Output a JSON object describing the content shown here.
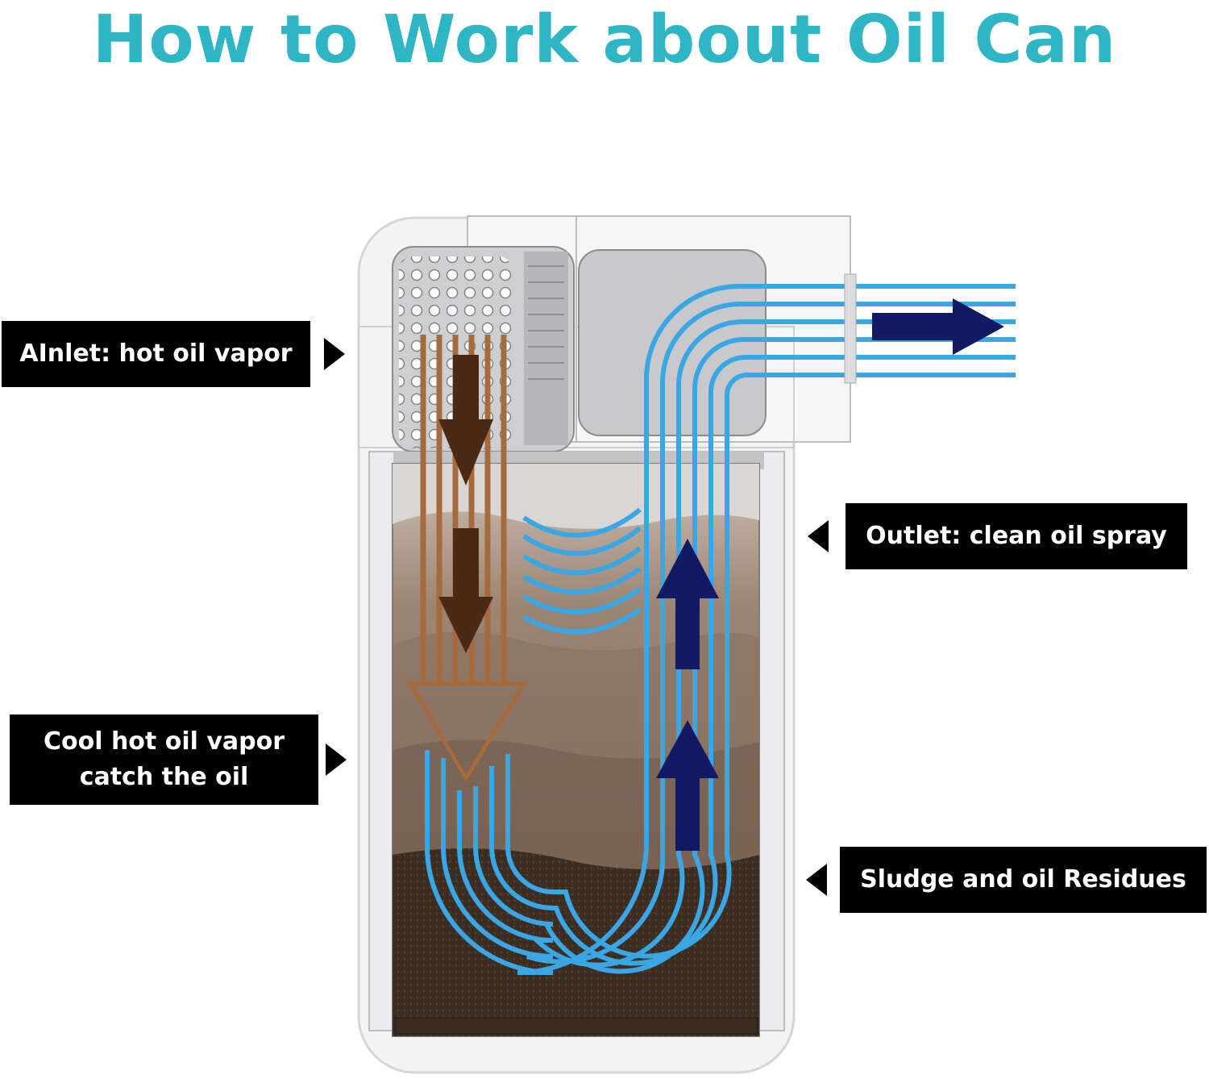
{
  "title": "How to Work about Oil Can",
  "colors": {
    "title": "#2fb6c4",
    "flow_blue": "#3aa6e3",
    "arrow_navy": "#121a63",
    "arrow_brown": "#4a2a14",
    "vapor_brown": "#a86a3a",
    "sludge": "#4e3c30",
    "callout_bg": "#000000",
    "callout_text": "#ffffff"
  },
  "callouts": {
    "inlet": "AInlet: hot oil vapor",
    "outlet": "Outlet: clean oil spray",
    "cool": "Cool hot oil vapor\ncatch the oil",
    "sludge": "Sludge and oil Residues"
  },
  "icons": {
    "pointer": "triangle-pointer-icon",
    "flow_arrow": "block-arrow-icon"
  }
}
